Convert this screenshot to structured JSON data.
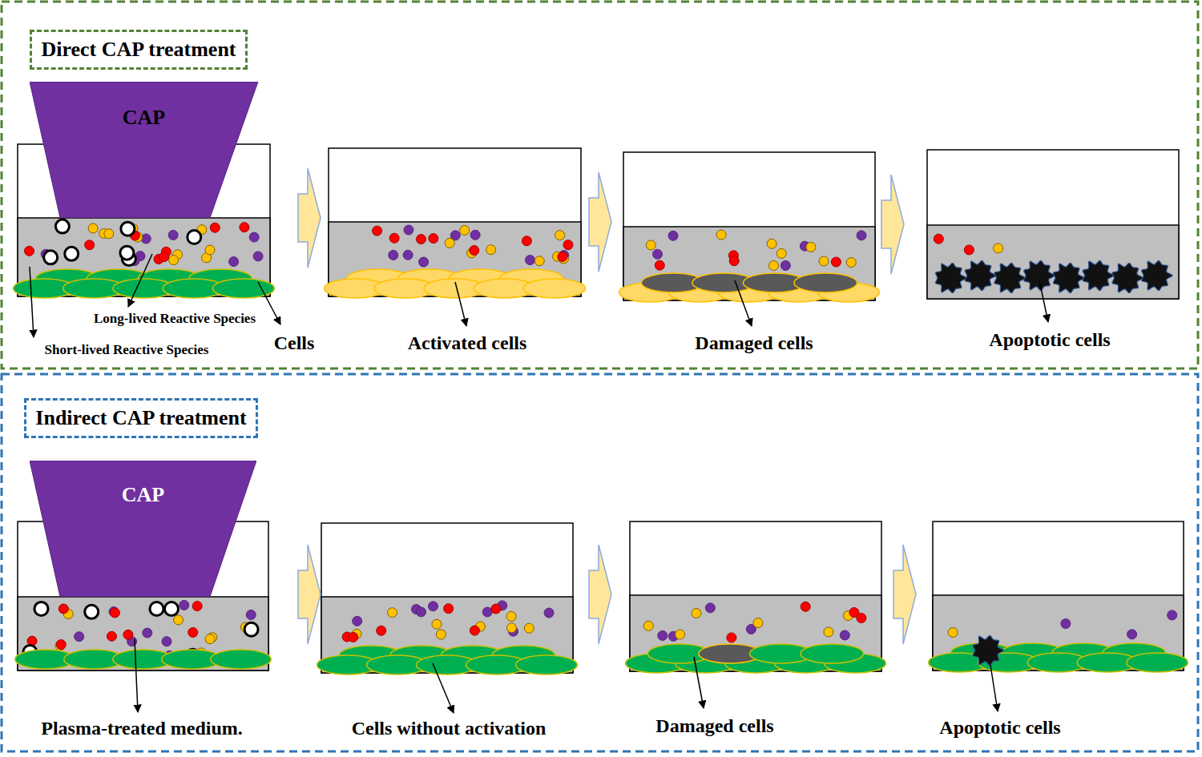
{
  "diagram": {
    "nodes": [
      {
        "text": [
          "Direct CAP treatment"
        ]
      },
      {
        "text": [
          "CAP"
        ]
      },
      {
        "text": [
          "Indirect CAP treatment"
        ]
      },
      {
        "text": [
          "CAP"
        ]
      }
    ],
    "labels": [
      "Long-lived Reactive Species",
      "Short-lived Reactive Species",
      "Cells",
      "Activated cells",
      "Damaged cells",
      "Apoptotic cells",
      "Plasma-treated medium.",
      "Cells without activation",
      "Damaged cells",
      "Apoptotic cells"
    ]
  }
}
